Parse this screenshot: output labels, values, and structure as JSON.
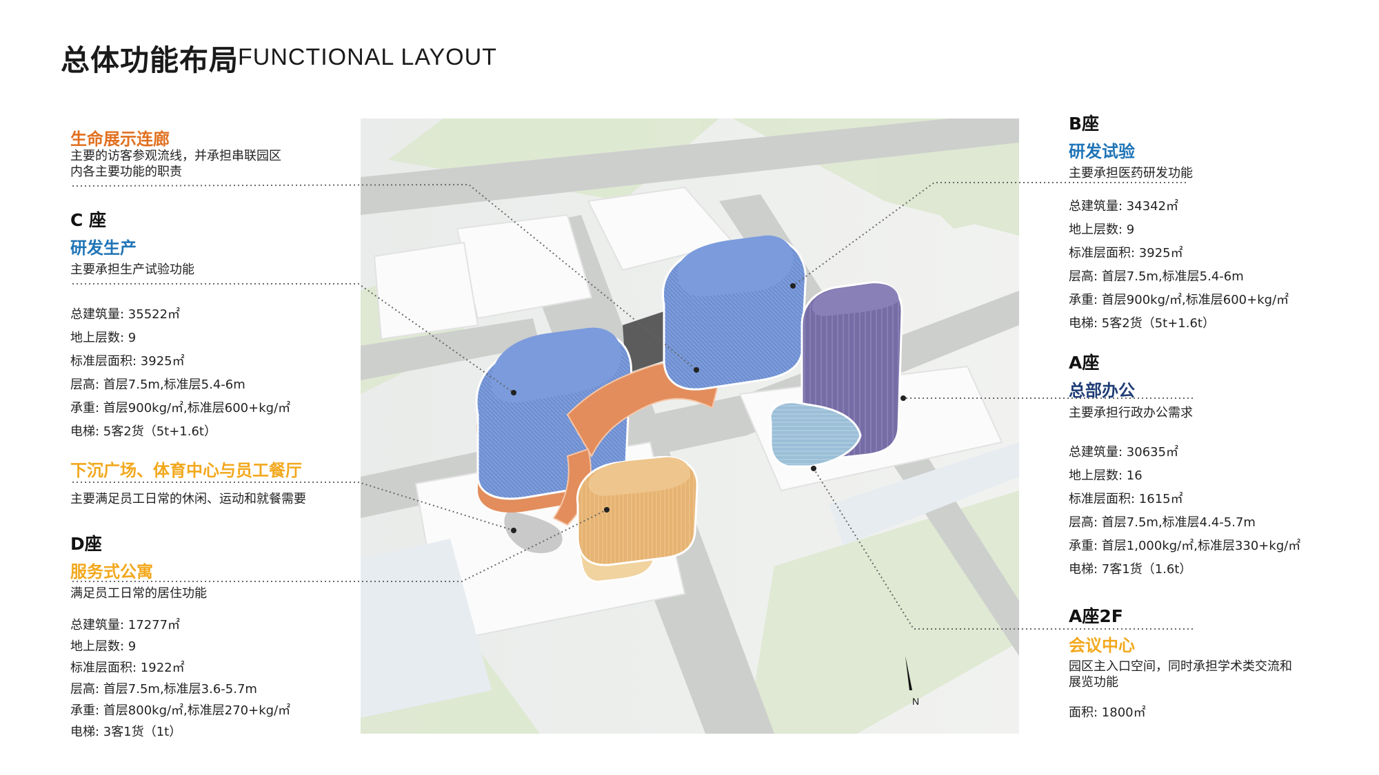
{
  "title": {
    "cn": "总体功能布局",
    "en": "FUNCTIONAL  LAYOUT"
  },
  "gallery": {
    "heading": "生命展示连廊",
    "desc": [
      "主要的访客参观流线，并承担串联园区",
      "内各主要功能的职责"
    ]
  },
  "block_c": {
    "label": "C  座",
    "function": "研发生产",
    "desc": "主要承担生产试验功能",
    "stats": [
      "总建筑量:  35522㎡",
      "地上层数:  9",
      "标准层面积:   3925㎡",
      "层高:  首层7.5m,标准层5.4-6m",
      "承重:  首层900kg/㎡,标准层600+kg/㎡",
      "电梯:  5客2货（5t+1.6t）"
    ]
  },
  "plaza": {
    "heading": "下沉广场、体育中心与员工餐厅",
    "desc": "主要满足员工日常的休闲、运动和就餐需要"
  },
  "block_d": {
    "label": "D座",
    "function": "服务式公寓",
    "desc": "满足员工日常的居住功能",
    "stats": [
      "总建筑量:  17277㎡",
      "地上层数:  9",
      "标准层面积:   1922㎡",
      "层高:  首层7.5m,标准层3.6-5.7m",
      "承重:  首层800kg/㎡,标准层270+kg/㎡",
      "电梯:  3客1货（1t）"
    ]
  },
  "block_b": {
    "label": "B座",
    "function": "研发试验",
    "desc": "主要承担医药研发功能",
    "stats": [
      "总建筑量:  34342㎡",
      "地上层数:  9",
      "标准层面积:    3925㎡",
      "层高:  首层7.5m,标准层5.4-6m",
      "承重:  首层900kg/㎡,标准层600+kg/㎡",
      "电梯:  5客2货（5t+1.6t）"
    ]
  },
  "block_a": {
    "label": "A座",
    "function": "总部办公",
    "desc": "主要承担行政办公需求",
    "stats": [
      "总建筑量:  30635㎡",
      "地上层数:   16",
      "标准层面积:    1615㎡",
      "层高:  首层7.5m,标准层4.4-5.7m",
      "承重:  首层1,000kg/㎡,标准层330+kg/㎡",
      "电梯:  7客1货（1.6t）"
    ]
  },
  "block_a2f": {
    "label": "A座2F",
    "function": "会议中心",
    "desc": [
      "园区主入口空间，同时承担学术类交流和",
      "展览功能"
    ],
    "stats": [
      "面积:  1800㎡"
    ]
  },
  "north_label": "N",
  "colors": {
    "orange": "#e1701f",
    "blue": "#1f74b6",
    "navy": "#1f3d76",
    "gold": "#f2a81d",
    "building_blue": "#6f8fd0",
    "building_purple": "#7a6fa6",
    "building_light": "#9cc1d8",
    "bridge": "#e3946a",
    "apartment": "#e8b877"
  }
}
